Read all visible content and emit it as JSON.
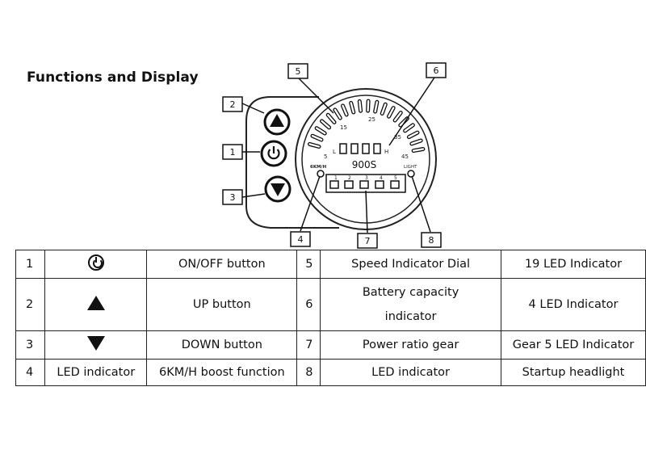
{
  "heading": "Functions and Display",
  "diagram": {
    "callouts": [
      "1",
      "2",
      "3",
      "4",
      "5",
      "6",
      "7",
      "8"
    ],
    "dial_ticks": [
      "5",
      "15",
      "25",
      "35",
      "45"
    ],
    "battery_labels": [
      "L",
      "H"
    ],
    "model": "900S",
    "left_label": "6KM/H",
    "right_label": "LIGHT",
    "gear_numbers": [
      "1",
      "2",
      "3",
      "4",
      "5"
    ],
    "button_icons": [
      "up-arrow",
      "power",
      "down-arrow"
    ]
  },
  "table": {
    "rows": [
      {
        "n1": "1",
        "symbol": "power-icon",
        "desc": "ON/OFF button",
        "n2": "5",
        "item": "Speed Indicator Dial",
        "led": "19 LED Indicator"
      },
      {
        "n1": "2",
        "symbol": "up-triangle-icon",
        "desc": "UP button",
        "n2": "6",
        "item": "Battery capacity indicator",
        "led": "4 LED Indicator"
      },
      {
        "n1": "3",
        "symbol": "down-triangle-icon",
        "desc": "DOWN button",
        "n2": "7",
        "item": "Power ratio gear",
        "led": "Gear 5 LED Indicator"
      },
      {
        "n1": "4",
        "symbol": "LED indicator",
        "desc": "6KM/H boost function",
        "n2": "8",
        "item": "LED indicator",
        "led": "Startup headlight"
      }
    ]
  }
}
